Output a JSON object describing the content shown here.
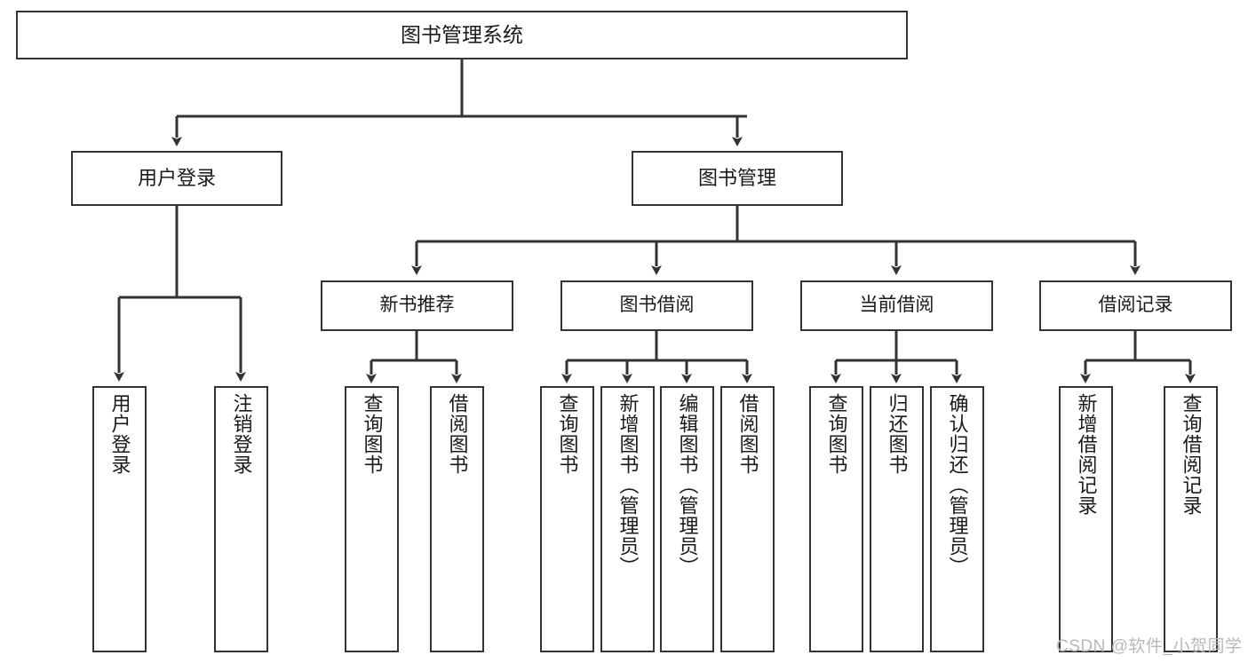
{
  "diagram": {
    "title": "图书管理系统",
    "root": {
      "id": "root",
      "label": "图书管理系统"
    },
    "level1": [
      {
        "id": "user-login",
        "label": "用户登录"
      },
      {
        "id": "book-manage",
        "label": "图书管理"
      }
    ],
    "level2": [
      {
        "id": "new-book-recommend",
        "label": "新书推荐"
      },
      {
        "id": "book-borrow",
        "label": "图书借阅"
      },
      {
        "id": "current-borrow",
        "label": "当前借阅"
      },
      {
        "id": "borrow-record",
        "label": "借阅记录"
      }
    ],
    "leaves": {
      "user_login": [
        {
          "id": "leaf-user-login",
          "label": "用户登录"
        },
        {
          "id": "leaf-user-logout",
          "label": "注销登录"
        }
      ],
      "new_book_recommend": [
        {
          "id": "leaf-query-book-1",
          "label": "查询图书"
        },
        {
          "id": "leaf-borrow-book-1",
          "label": "借阅图书"
        }
      ],
      "book_borrow": [
        {
          "id": "leaf-query-book-2",
          "label": "查询图书"
        },
        {
          "id": "leaf-add-book",
          "label": "新增图书（管理员）"
        },
        {
          "id": "leaf-edit-book",
          "label": "编辑图书（管理员）"
        },
        {
          "id": "leaf-borrow-book-2",
          "label": "借阅图书"
        }
      ],
      "current_borrow": [
        {
          "id": "leaf-query-book-3",
          "label": "查询图书"
        },
        {
          "id": "leaf-return-book",
          "label": "归还图书"
        },
        {
          "id": "leaf-confirm-return",
          "label": "确认归还（管理员）"
        }
      ],
      "borrow_record": [
        {
          "id": "leaf-add-record",
          "label": "新增借阅记录"
        },
        {
          "id": "leaf-query-record",
          "label": "查询借阅记录"
        }
      ]
    },
    "watermark": "CSDN @软件_小贺同学",
    "colors": {
      "stroke": "#333333",
      "box_fill": "#ffffff",
      "text": "#1a1a1a",
      "watermark": "#b9b9b9"
    }
  }
}
